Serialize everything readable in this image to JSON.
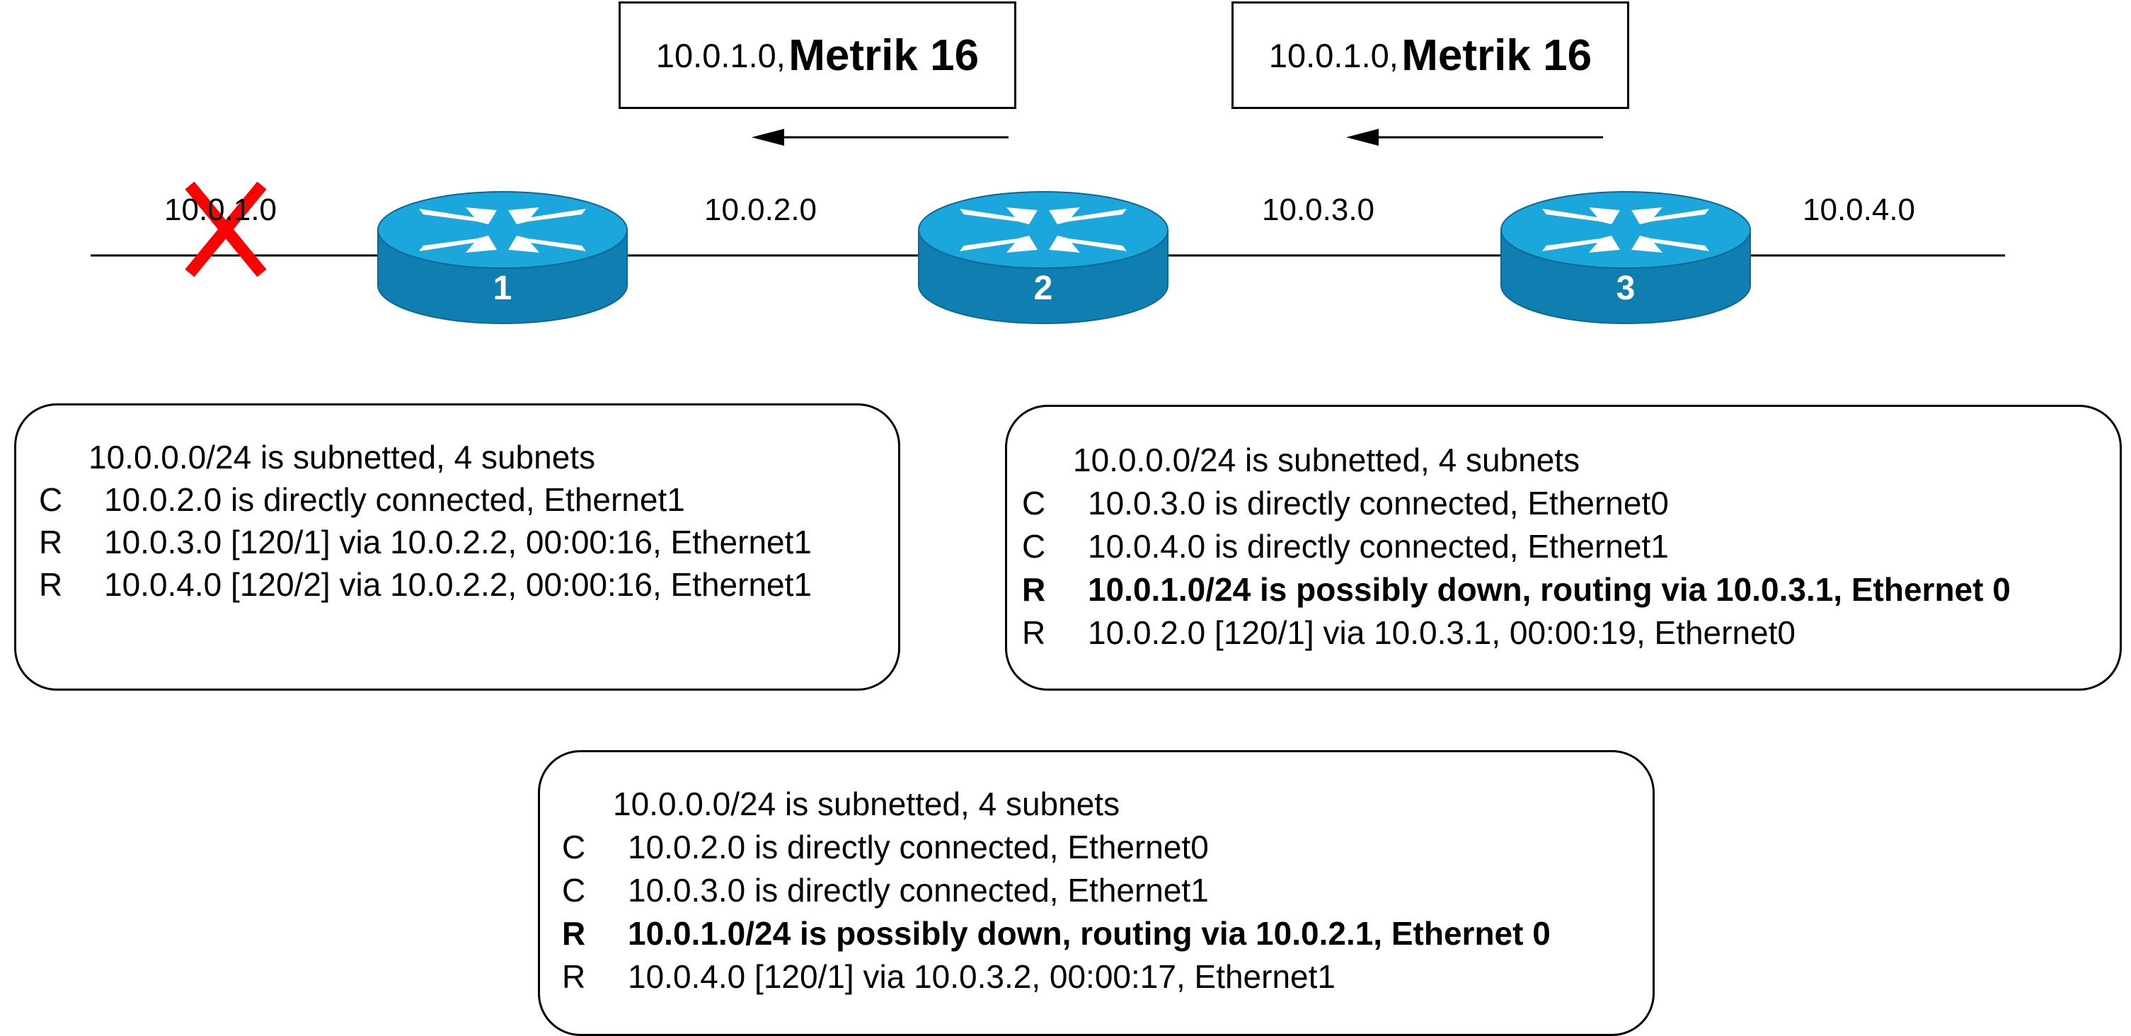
{
  "colors": {
    "router_top": "#1ba6dc",
    "router_side": "#0e7fb0",
    "router_side_dark": "#0a6891",
    "arrow_white": "#ffffff",
    "failure_x": "#ff0000",
    "line": "#000000"
  },
  "updates": [
    {
      "network": "10.0.1.0,",
      "metric": "Metrik 16"
    },
    {
      "network": "10.0.1.0,",
      "metric": "Metrik 16"
    }
  ],
  "networks": [
    "10.0.1.0",
    "10.0.2.0",
    "10.0.3.0",
    "10.0.4.0"
  ],
  "routers": [
    {
      "label": "1",
      "icon": "router-icon"
    },
    {
      "label": "2",
      "icon": "router-icon"
    },
    {
      "label": "3",
      "icon": "router-icon"
    }
  ],
  "failure": {
    "icon": "failure-x-icon"
  },
  "tables": [
    {
      "header": "10.0.0.0/24 is subnetted, 4 subnets",
      "rows": [
        {
          "code": "C",
          "text": "10.0.2.0 is directly connected, Ethernet1",
          "bold": false
        },
        {
          "code": "R",
          "text": "10.0.3.0 [120/1] via 10.0.2.2, 00:00:16, Ethernet1",
          "bold": false
        },
        {
          "code": "R",
          "text": "10.0.4.0 [120/2] via 10.0.2.2, 00:00:16, Ethernet1",
          "bold": false
        }
      ]
    },
    {
      "header": "10.0.0.0/24 is subnetted, 4 subnets",
      "rows": [
        {
          "code": "C",
          "text": "10.0.3.0 is directly connected, Ethernet0",
          "bold": false
        },
        {
          "code": "C",
          "text": "10.0.4.0 is directly connected, Ethernet1",
          "bold": false
        },
        {
          "code": "R",
          "text": "10.0.1.0/24 is possibly down, routing via 10.0.3.1, Ethernet 0",
          "bold": true
        },
        {
          "code": "R",
          "text": "10.0.2.0 [120/1] via 10.0.3.1, 00:00:19, Ethernet0",
          "bold": false
        }
      ]
    },
    {
      "header": "10.0.0.0/24 is subnetted, 4 subnets",
      "rows": [
        {
          "code": "C",
          "text": "10.0.2.0 is directly connected, Ethernet0",
          "bold": false
        },
        {
          "code": "C",
          "text": "10.0.3.0 is directly connected, Ethernet1",
          "bold": false
        },
        {
          "code": "R",
          "text": "10.0.1.0/24 is possibly down, routing via 10.0.2.1, Ethernet 0",
          "bold": true
        },
        {
          "code": "R",
          "text": "10.0.4.0 [120/1] via 10.0.3.2, 00:00:17, Ethernet1",
          "bold": false
        }
      ]
    }
  ]
}
